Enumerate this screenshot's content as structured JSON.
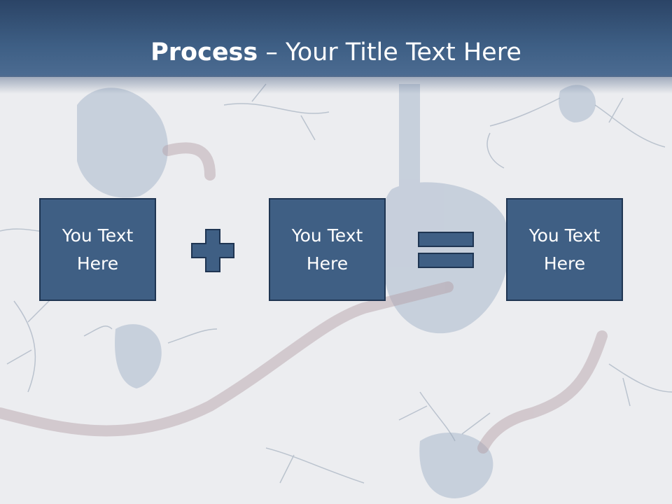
{
  "title": {
    "bold": "Process",
    "rest": " – Your Title Text Here"
  },
  "boxes": [
    {
      "text": "You Text Here"
    },
    {
      "text": "You Text Here"
    },
    {
      "text": "You Text Here"
    }
  ],
  "operators": {
    "first": "plus-icon",
    "second": "equals-icon"
  },
  "colors": {
    "header": "#3e5f85",
    "box": "#3f5f84",
    "box_border": "#1f3552",
    "background": "#ecedf0"
  }
}
